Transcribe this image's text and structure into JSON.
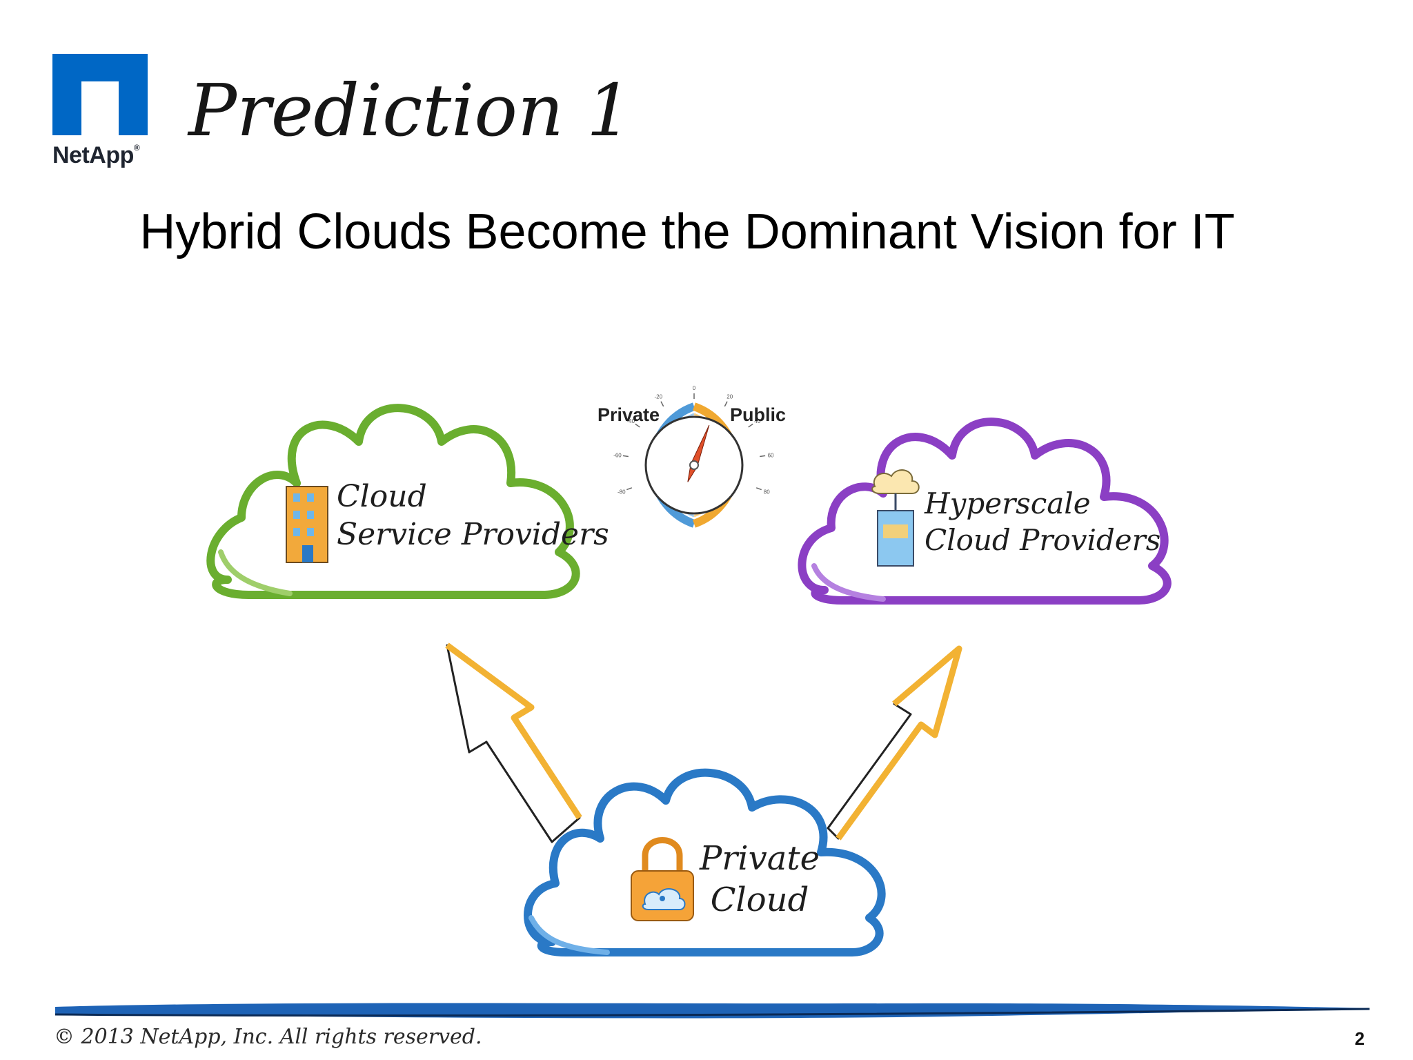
{
  "header": {
    "brand": "NetApp",
    "brand_mark": "®",
    "title": "Prediction 1"
  },
  "subtitle": "Hybrid Clouds Become the Dominant Vision for IT",
  "gauge": {
    "left_label": "Private",
    "right_label": "Public",
    "ticks": [
      "-80",
      "-60",
      "-40",
      "-20",
      "0",
      "20",
      "40",
      "60",
      "80"
    ],
    "needle_value": 15
  },
  "clouds": {
    "service_providers": {
      "line1": "Cloud",
      "line2": "Service Providers",
      "color": "#6aae2f",
      "icon": "office-building-icon"
    },
    "hyperscale": {
      "line1": "Hyperscale",
      "line2": "Cloud Providers",
      "color": "#8b3fc4",
      "icon": "cloud-tower-icon"
    },
    "private": {
      "line1": "Private",
      "line2": "Cloud",
      "color": "#2a79c6",
      "icon": "cloud-padlock-icon"
    }
  },
  "colors": {
    "netapp_blue": "#0067c5",
    "arrow_fill": "#f2b233",
    "footer_rule": "#1e63b6"
  },
  "footer": {
    "copyright": "© 2013 NetApp, Inc. All rights reserved.",
    "page_number": "2"
  }
}
